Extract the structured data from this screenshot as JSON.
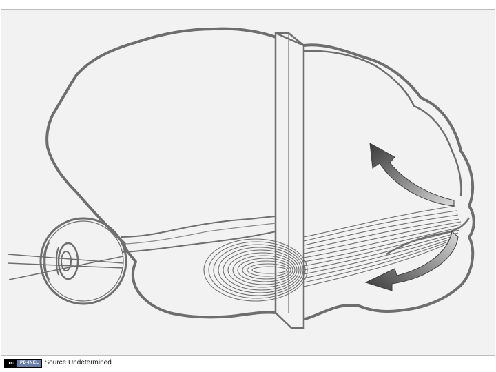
{
  "figure": {
    "subject": "brain-visual-pathways-diagram",
    "outline_color": "#6e6e6e",
    "arrow_color": "#3c3c3c"
  },
  "footer": {
    "license_badge_icon": "cc",
    "license_badge_text": "PD-INEL",
    "source_text": "Source Undetermined"
  }
}
